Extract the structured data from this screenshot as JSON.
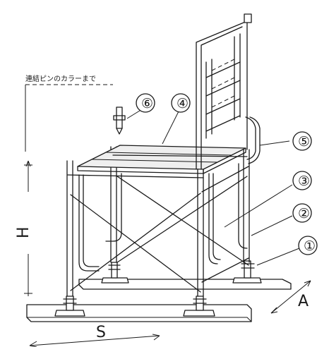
{
  "diagram": {
    "note_text": "連結ピンのカラーまで",
    "callouts": [
      {
        "id": "c1",
        "label": "①"
      },
      {
        "id": "c2",
        "label": "②"
      },
      {
        "id": "c3",
        "label": "③"
      },
      {
        "id": "c4",
        "label": "④"
      },
      {
        "id": "c5",
        "label": "⑤"
      },
      {
        "id": "c6",
        "label": "⑥"
      }
    ],
    "dimensions": {
      "height": "H",
      "span": "S",
      "width": "A"
    }
  }
}
